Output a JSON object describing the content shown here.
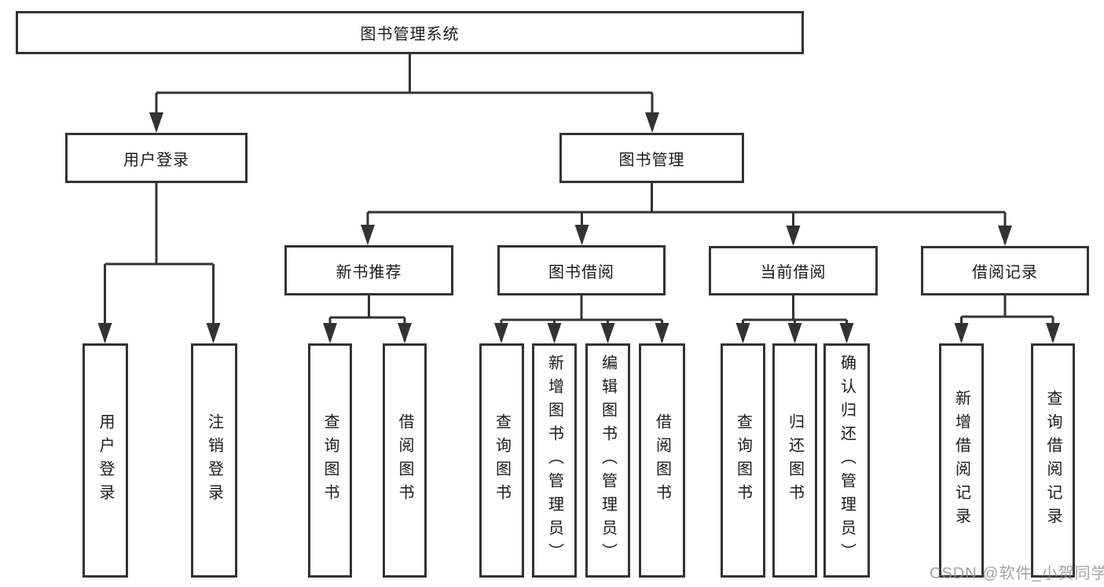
{
  "diagram_title": "图书管理系统",
  "watermark": "CSDN @软件_小贺同学",
  "colors": {
    "line": "#333333",
    "text": "#1a1a1a",
    "box_background": "#ffffff",
    "watermark": "#949494"
  },
  "tree": {
    "root": {
      "label": "图书管理系统"
    },
    "branches": [
      {
        "label": "用户登录",
        "children": [
          {
            "label": "用户登录"
          },
          {
            "label": "注销登录"
          }
        ]
      },
      {
        "label": "图书管理",
        "children": [
          {
            "label": "新书推荐",
            "children": [
              {
                "label": "查询图书"
              },
              {
                "label": "借阅图书"
              }
            ]
          },
          {
            "label": "图书借阅",
            "children": [
              {
                "label": "查询图书"
              },
              {
                "label": "新增图书（管理员）"
              },
              {
                "label": "编辑图书（管理员）"
              },
              {
                "label": "借阅图书"
              }
            ]
          },
          {
            "label": "当前借阅",
            "children": [
              {
                "label": "查询图书"
              },
              {
                "label": "归还图书"
              },
              {
                "label": "确认归还（管理员）"
              }
            ]
          },
          {
            "label": "借阅记录",
            "children": [
              {
                "label": "新增借阅记录"
              },
              {
                "label": "查询借阅记录"
              }
            ]
          }
        ]
      }
    ]
  }
}
